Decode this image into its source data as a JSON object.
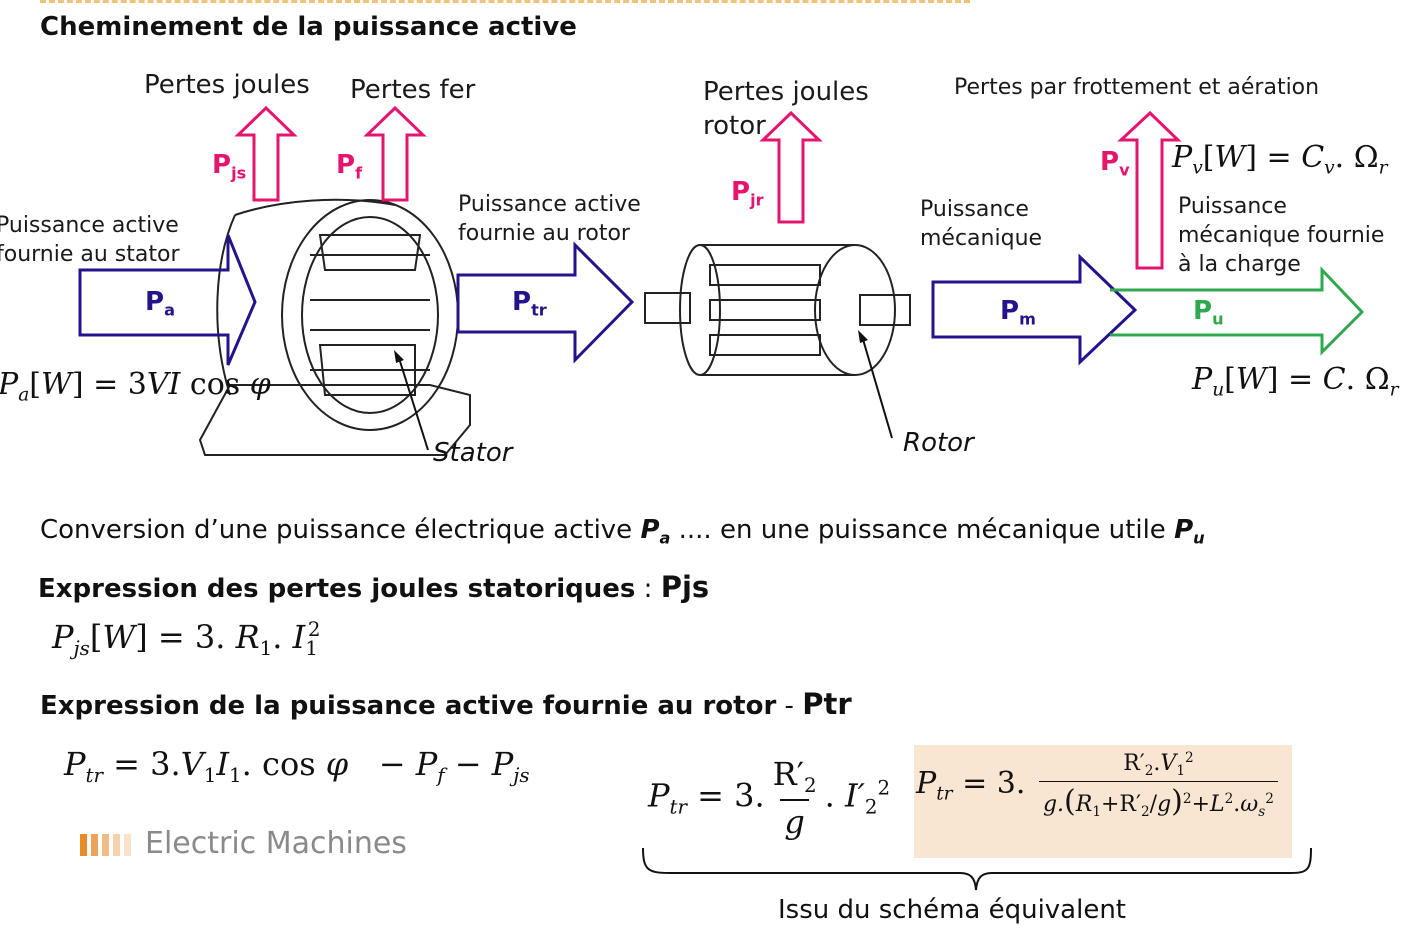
{
  "header": {
    "title": "Cheminement de la puissance active"
  },
  "diagram": {
    "labels": {
      "pertes_joules": "Pertes joules",
      "pertes_fer": "Pertes fer",
      "pertes_joules_rotor_1": "Pertes joules",
      "pertes_joules_rotor_2": "rotor",
      "pertes_frottement": "Pertes par frottement et aération",
      "p_active_stator_1": "Puissance active",
      "p_active_stator_2": "fournie au stator",
      "p_active_rotor_1": "Puissance active",
      "p_active_rotor_2": "fournie au rotor",
      "p_meca_1": "Puissance",
      "p_meca_2": "mécanique",
      "p_charge_1": "Puissance",
      "p_charge_2": "mécanique fournie",
      "p_charge_3": "à la charge",
      "stator": "Stator",
      "rotor": "Rotor"
    },
    "arrows": {
      "pjs": {
        "main": "P",
        "sub": "js"
      },
      "pf": {
        "main": "P",
        "sub": "f"
      },
      "pjr": {
        "main": "P",
        "sub": "jr"
      },
      "pv": {
        "main": "P",
        "sub": "v"
      },
      "pa": {
        "main": "P",
        "sub": "a"
      },
      "ptr": {
        "main": "P",
        "sub": "tr"
      },
      "pm": {
        "main": "P",
        "sub": "m"
      },
      "pu": {
        "main": "P",
        "sub": "u"
      }
    },
    "colors": {
      "loss": "#e5146f",
      "flow": "#24148c",
      "useful": "#2fa84f"
    }
  },
  "body": {
    "conversion_1": "Conversion d’une puissance électrique active ",
    "conversion_pa_main": "P",
    "conversion_pa_sub": "a",
    "conversion_2": " .... en une puissance mécanique utile ",
    "conversion_pu_main": "P",
    "conversion_pu_sub": "u",
    "pjs_heading": "Expression des pertes joules statoriques",
    "pjs_sep": " :  ",
    "pjs_symbol": "Pjs",
    "ptr_heading": "Expression de la puissance active fournie au rotor",
    "ptr_sep": " - ",
    "ptr_symbol": "Ptr",
    "brace_caption": "Issu du schéma équivalent"
  },
  "footer": {
    "brand": "Electric Machines",
    "bar_colors": [
      "#e98a2a",
      "#eda35a",
      "#f1bb86",
      "#f5d1ad",
      "#f8e2cc"
    ]
  }
}
